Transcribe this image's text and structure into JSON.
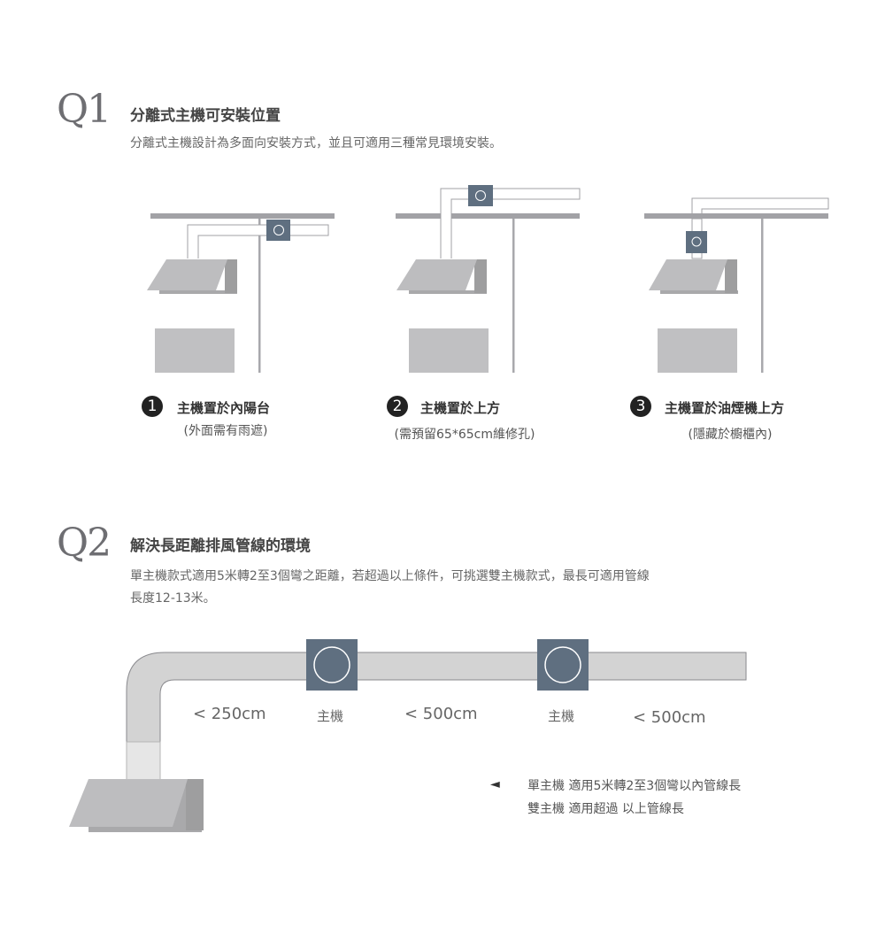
{
  "q1": {
    "label": "Q1",
    "title": "分離式主機可安裝位置",
    "description": "分離式主機設計為多面向安裝方式，並且可適用三種常見環境安裝。",
    "options": [
      {
        "number": "1",
        "title": "主機置於內陽台",
        "subtitle": "(外面需有雨遮)"
      },
      {
        "number": "2",
        "title": "主機置於上方",
        "subtitle": "(需預留65*65cm維修孔)"
      },
      {
        "number": "3",
        "title": "主機置於油煙機上方",
        "subtitle": "(隱藏於櫥櫃內)"
      }
    ]
  },
  "q2": {
    "label": "Q2",
    "title": "解決長距離排風管線的環境",
    "description_line1": "單主機款式適用5米轉2至3個彎之距離，若超過以上條件，可挑選雙主機款式，最長可適用管線",
    "description_line2": "長度12-13米。",
    "segments": [
      "< 250cm",
      "< 500cm",
      "< 500cm"
    ],
    "hosts": [
      "主機",
      "主機"
    ],
    "legend": {
      "arrow": "◄",
      "line1": "單主機 適用5米轉2至3個彎以內管線長",
      "line2": "雙主機 適用超過 以上管線長"
    }
  },
  "colors": {
    "unit": "#5f6f80",
    "duct": "#d3d3d3",
    "hood": "#bdbdbf",
    "ceiling": "#a2a2a6"
  }
}
